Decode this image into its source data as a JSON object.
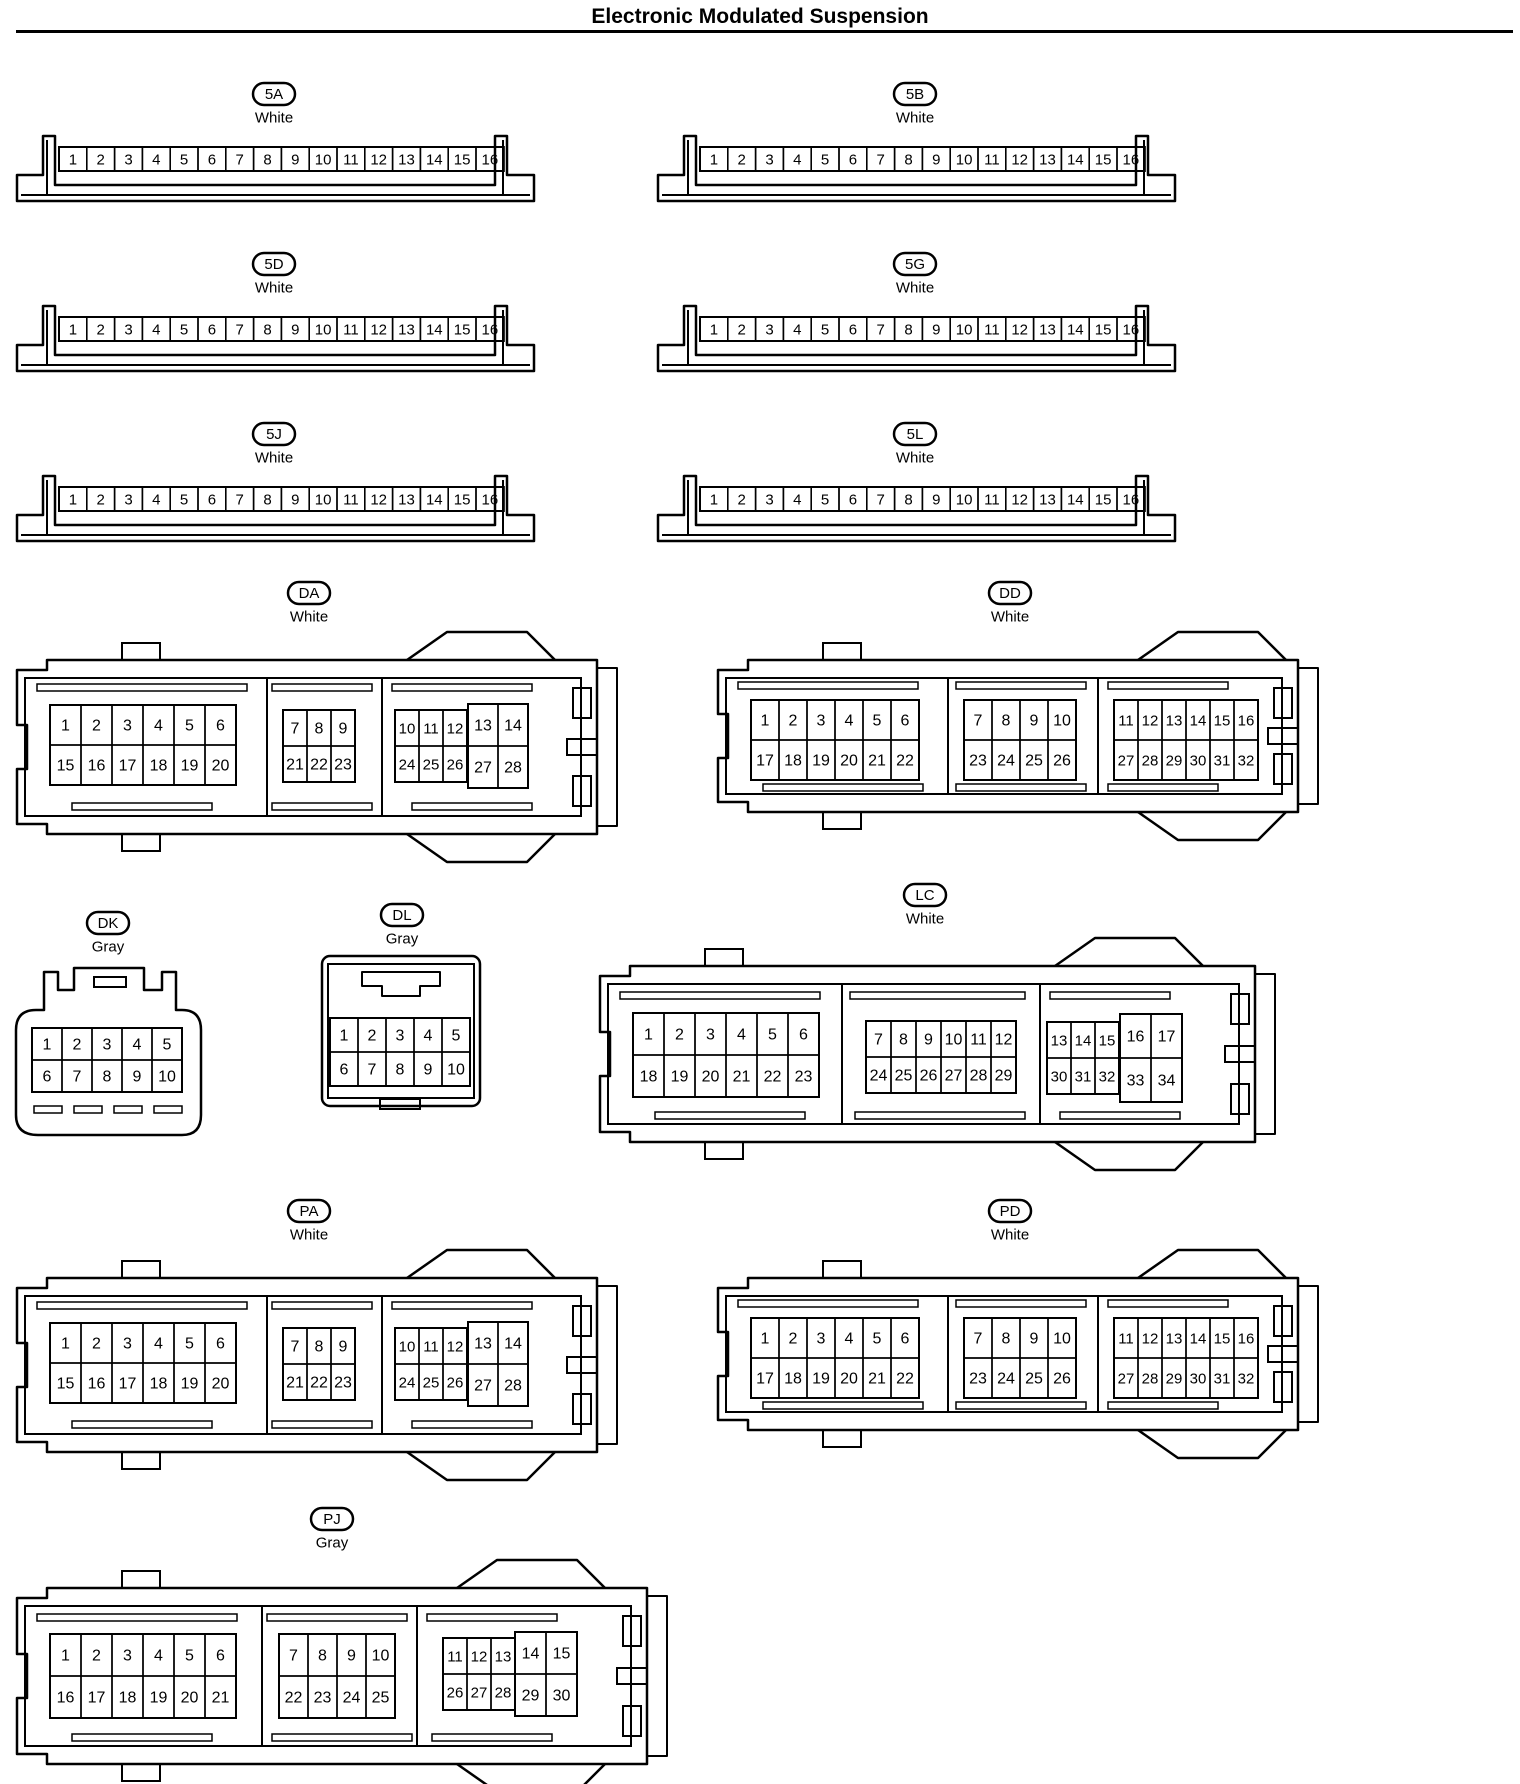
{
  "title": "Electronic Modulated Suspension",
  "connectors": [
    {
      "id": "5A",
      "color": "White",
      "type": "strip16",
      "pins": [
        "1",
        "2",
        "3",
        "4",
        "5",
        "6",
        "7",
        "8",
        "9",
        "10",
        "11",
        "12",
        "13",
        "14",
        "15",
        "16"
      ]
    },
    {
      "id": "5B",
      "color": "White",
      "type": "strip16",
      "pins": [
        "1",
        "2",
        "3",
        "4",
        "5",
        "6",
        "7",
        "8",
        "9",
        "10",
        "11",
        "12",
        "13",
        "14",
        "15",
        "16"
      ]
    },
    {
      "id": "5D",
      "color": "White",
      "type": "strip16",
      "pins": [
        "1",
        "2",
        "3",
        "4",
        "5",
        "6",
        "7",
        "8",
        "9",
        "10",
        "11",
        "12",
        "13",
        "14",
        "15",
        "16"
      ]
    },
    {
      "id": "5G",
      "color": "White",
      "type": "strip16",
      "pins": [
        "1",
        "2",
        "3",
        "4",
        "5",
        "6",
        "7",
        "8",
        "9",
        "10",
        "11",
        "12",
        "13",
        "14",
        "15",
        "16"
      ]
    },
    {
      "id": "5J",
      "color": "White",
      "type": "strip16",
      "pins": [
        "1",
        "2",
        "3",
        "4",
        "5",
        "6",
        "7",
        "8",
        "9",
        "10",
        "11",
        "12",
        "13",
        "14",
        "15",
        "16"
      ]
    },
    {
      "id": "5L",
      "color": "White",
      "type": "strip16",
      "pins": [
        "1",
        "2",
        "3",
        "4",
        "5",
        "6",
        "7",
        "8",
        "9",
        "10",
        "11",
        "12",
        "13",
        "14",
        "15",
        "16"
      ]
    },
    {
      "id": "DA",
      "color": "White",
      "type": "ecu28",
      "groups": [
        {
          "rows": [
            [
              "1",
              "2",
              "3",
              "4",
              "5",
              "6"
            ],
            [
              "15",
              "16",
              "17",
              "18",
              "19",
              "20"
            ]
          ]
        },
        {
          "rows": [
            [
              "7",
              "8",
              "9"
            ],
            [
              "21",
              "22",
              "23"
            ]
          ]
        },
        {
          "rows": [
            [
              "10",
              "11",
              "12"
            ],
            [
              "24",
              "25",
              "26"
            ]
          ]
        },
        {
          "rows": [
            [
              "13",
              "14"
            ],
            [
              "27",
              "28"
            ]
          ]
        }
      ]
    },
    {
      "id": "DD",
      "color": "White",
      "type": "ecu32",
      "groups": [
        {
          "rows": [
            [
              "1",
              "2",
              "3",
              "4",
              "5",
              "6"
            ],
            [
              "17",
              "18",
              "19",
              "20",
              "21",
              "22"
            ]
          ]
        },
        {
          "rows": [
            [
              "7",
              "8",
              "9",
              "10"
            ],
            [
              "23",
              "24",
              "25",
              "26"
            ]
          ]
        },
        {
          "rows": [
            [
              "11",
              "12",
              "13",
              "14",
              "15",
              "16"
            ],
            [
              "27",
              "28",
              "29",
              "30",
              "31",
              "32"
            ]
          ]
        }
      ]
    },
    {
      "id": "DK",
      "color": "Gray",
      "type": "small10a",
      "rows": [
        [
          "1",
          "2",
          "3",
          "4",
          "5"
        ],
        [
          "6",
          "7",
          "8",
          "9",
          "10"
        ]
      ]
    },
    {
      "id": "DL",
      "color": "Gray",
      "type": "small10b",
      "rows": [
        [
          "1",
          "2",
          "3",
          "4",
          "5"
        ],
        [
          "6",
          "7",
          "8",
          "9",
          "10"
        ]
      ]
    },
    {
      "id": "LC",
      "color": "White",
      "type": "ecu34",
      "groups": [
        {
          "rows": [
            [
              "1",
              "2",
              "3",
              "4",
              "5",
              "6"
            ],
            [
              "18",
              "19",
              "20",
              "21",
              "22",
              "23"
            ]
          ]
        },
        {
          "rows": [
            [
              "7",
              "8",
              "9",
              "10",
              "11",
              "12"
            ],
            [
              "24",
              "25",
              "26",
              "27",
              "28",
              "29"
            ]
          ]
        },
        {
          "rows": [
            [
              "13",
              "14",
              "15"
            ],
            [
              "30",
              "31",
              "32"
            ]
          ]
        },
        {
          "rows": [
            [
              "16",
              "17"
            ],
            [
              "33",
              "34"
            ]
          ]
        }
      ]
    },
    {
      "id": "PA",
      "color": "White",
      "type": "ecu28",
      "groups": [
        {
          "rows": [
            [
              "1",
              "2",
              "3",
              "4",
              "5",
              "6"
            ],
            [
              "15",
              "16",
              "17",
              "18",
              "19",
              "20"
            ]
          ]
        },
        {
          "rows": [
            [
              "7",
              "8",
              "9"
            ],
            [
              "21",
              "22",
              "23"
            ]
          ]
        },
        {
          "rows": [
            [
              "10",
              "11",
              "12"
            ],
            [
              "24",
              "25",
              "26"
            ]
          ]
        },
        {
          "rows": [
            [
              "13",
              "14"
            ],
            [
              "27",
              "28"
            ]
          ]
        }
      ]
    },
    {
      "id": "PD",
      "color": "White",
      "type": "ecu32",
      "groups": [
        {
          "rows": [
            [
              "1",
              "2",
              "3",
              "4",
              "5",
              "6"
            ],
            [
              "17",
              "18",
              "19",
              "20",
              "21",
              "22"
            ]
          ]
        },
        {
          "rows": [
            [
              "7",
              "8",
              "9",
              "10"
            ],
            [
              "23",
              "24",
              "25",
              "26"
            ]
          ]
        },
        {
          "rows": [
            [
              "11",
              "12",
              "13",
              "14",
              "15",
              "16"
            ],
            [
              "27",
              "28",
              "29",
              "30",
              "31",
              "32"
            ]
          ]
        }
      ]
    },
    {
      "id": "PJ",
      "color": "Gray",
      "type": "ecu30",
      "groups": [
        {
          "rows": [
            [
              "1",
              "2",
              "3",
              "4",
              "5",
              "6"
            ],
            [
              "16",
              "17",
              "18",
              "19",
              "20",
              "21"
            ]
          ]
        },
        {
          "rows": [
            [
              "7",
              "8",
              "9",
              "10"
            ],
            [
              "22",
              "23",
              "24",
              "25"
            ]
          ]
        },
        {
          "rows": [
            [
              "11",
              "12",
              "13"
            ],
            [
              "26",
              "27",
              "28"
            ]
          ]
        },
        {
          "rows": [
            [
              "14",
              "15"
            ],
            [
              "29",
              "30"
            ]
          ]
        }
      ]
    }
  ]
}
